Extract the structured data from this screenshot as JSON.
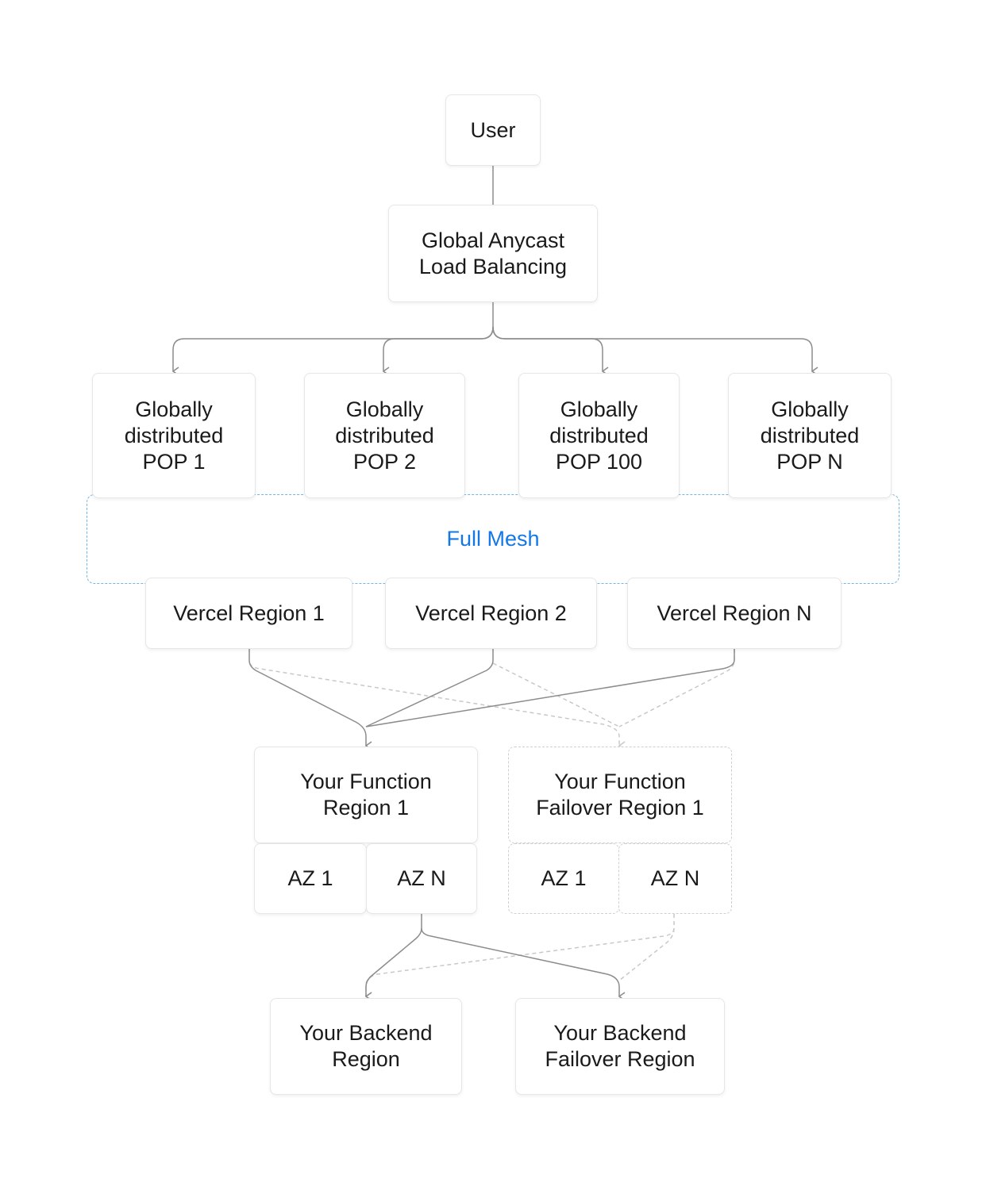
{
  "colors": {
    "accent": "#1477e6",
    "mesh_border": "#6fb6ea",
    "line_solid": "#8c8c8c",
    "line_dashed": "#c8c8c8"
  },
  "nodes": {
    "user": "User",
    "load_balancer": "Global Anycast\nLoad Balancing",
    "pops": [
      "Globally\ndistributed\nPOP 1",
      "Globally\ndistributed\nPOP 2",
      "Globally\ndistributed\nPOP 100",
      "Globally\ndistributed\nPOP N"
    ],
    "full_mesh": "Full Mesh",
    "vercel_regions": [
      "Vercel Region 1",
      "Vercel Region 2",
      "Vercel Region N"
    ],
    "function_region": "Your Function\nRegion 1",
    "function_failover_region": "Your Function\nFailover Region 1",
    "function_region_azs": [
      "AZ 1",
      "AZ N"
    ],
    "failover_region_azs": [
      "AZ 1",
      "AZ N"
    ],
    "backend_region": "Your Backend\nRegion",
    "backend_failover_region": "Your Backend\nFailover Region"
  }
}
